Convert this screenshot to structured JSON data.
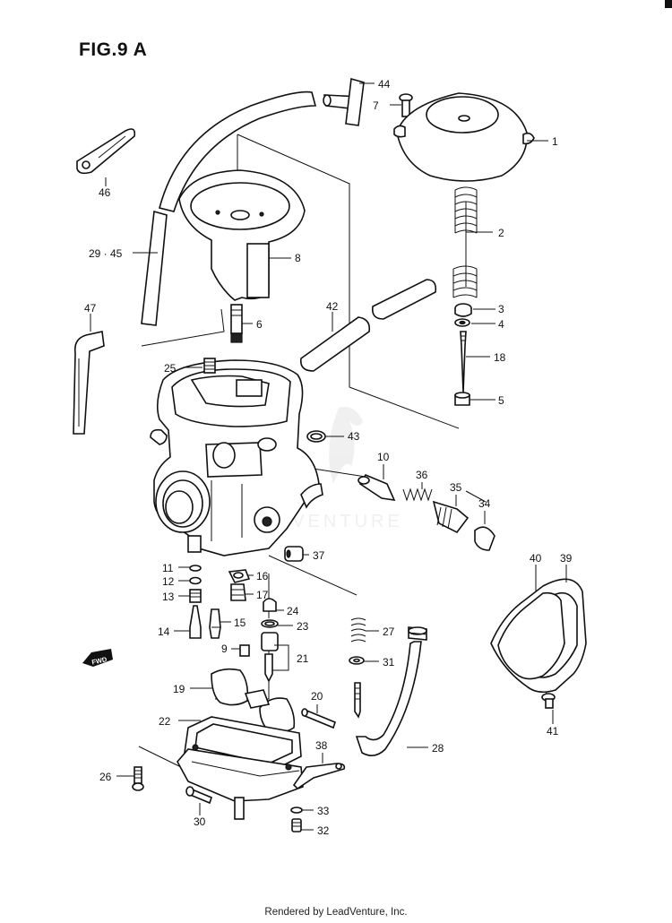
{
  "figure": {
    "title": "FIG.9 A"
  },
  "fwd_label": "FWD",
  "watermark": "LEADVENTURE",
  "footer": "Rendered by LeadVenture, Inc.",
  "labels": [
    {
      "id": "1",
      "text": "1"
    },
    {
      "id": "2",
      "text": "2"
    },
    {
      "id": "3",
      "text": "3"
    },
    {
      "id": "4",
      "text": "4"
    },
    {
      "id": "5",
      "text": "5"
    },
    {
      "id": "6",
      "text": "6"
    },
    {
      "id": "7",
      "text": "7"
    },
    {
      "id": "8",
      "text": "8"
    },
    {
      "id": "9",
      "text": "9"
    },
    {
      "id": "10",
      "text": "10"
    },
    {
      "id": "11",
      "text": "11"
    },
    {
      "id": "12",
      "text": "12"
    },
    {
      "id": "13",
      "text": "13"
    },
    {
      "id": "14",
      "text": "14"
    },
    {
      "id": "15",
      "text": "15"
    },
    {
      "id": "16",
      "text": "16"
    },
    {
      "id": "17",
      "text": "17"
    },
    {
      "id": "18",
      "text": "18"
    },
    {
      "id": "19",
      "text": "19"
    },
    {
      "id": "20",
      "text": "20"
    },
    {
      "id": "21",
      "text": "21"
    },
    {
      "id": "22",
      "text": "22"
    },
    {
      "id": "23",
      "text": "23"
    },
    {
      "id": "24",
      "text": "24"
    },
    {
      "id": "25",
      "text": "25"
    },
    {
      "id": "26",
      "text": "26"
    },
    {
      "id": "27",
      "text": "27"
    },
    {
      "id": "28",
      "text": "28"
    },
    {
      "id": "29-45",
      "text": "29 · 45"
    },
    {
      "id": "30",
      "text": "30"
    },
    {
      "id": "31",
      "text": "31"
    },
    {
      "id": "32",
      "text": "32"
    },
    {
      "id": "33",
      "text": "33"
    },
    {
      "id": "34",
      "text": "34"
    },
    {
      "id": "35",
      "text": "35"
    },
    {
      "id": "36",
      "text": "36"
    },
    {
      "id": "37",
      "text": "37"
    },
    {
      "id": "38",
      "text": "38"
    },
    {
      "id": "39",
      "text": "39"
    },
    {
      "id": "40",
      "text": "40"
    },
    {
      "id": "41",
      "text": "41"
    },
    {
      "id": "42",
      "text": "42"
    },
    {
      "id": "43",
      "text": "43"
    },
    {
      "id": "44",
      "text": "44"
    },
    {
      "id": "46",
      "text": "46"
    },
    {
      "id": "47",
      "text": "47"
    }
  ]
}
